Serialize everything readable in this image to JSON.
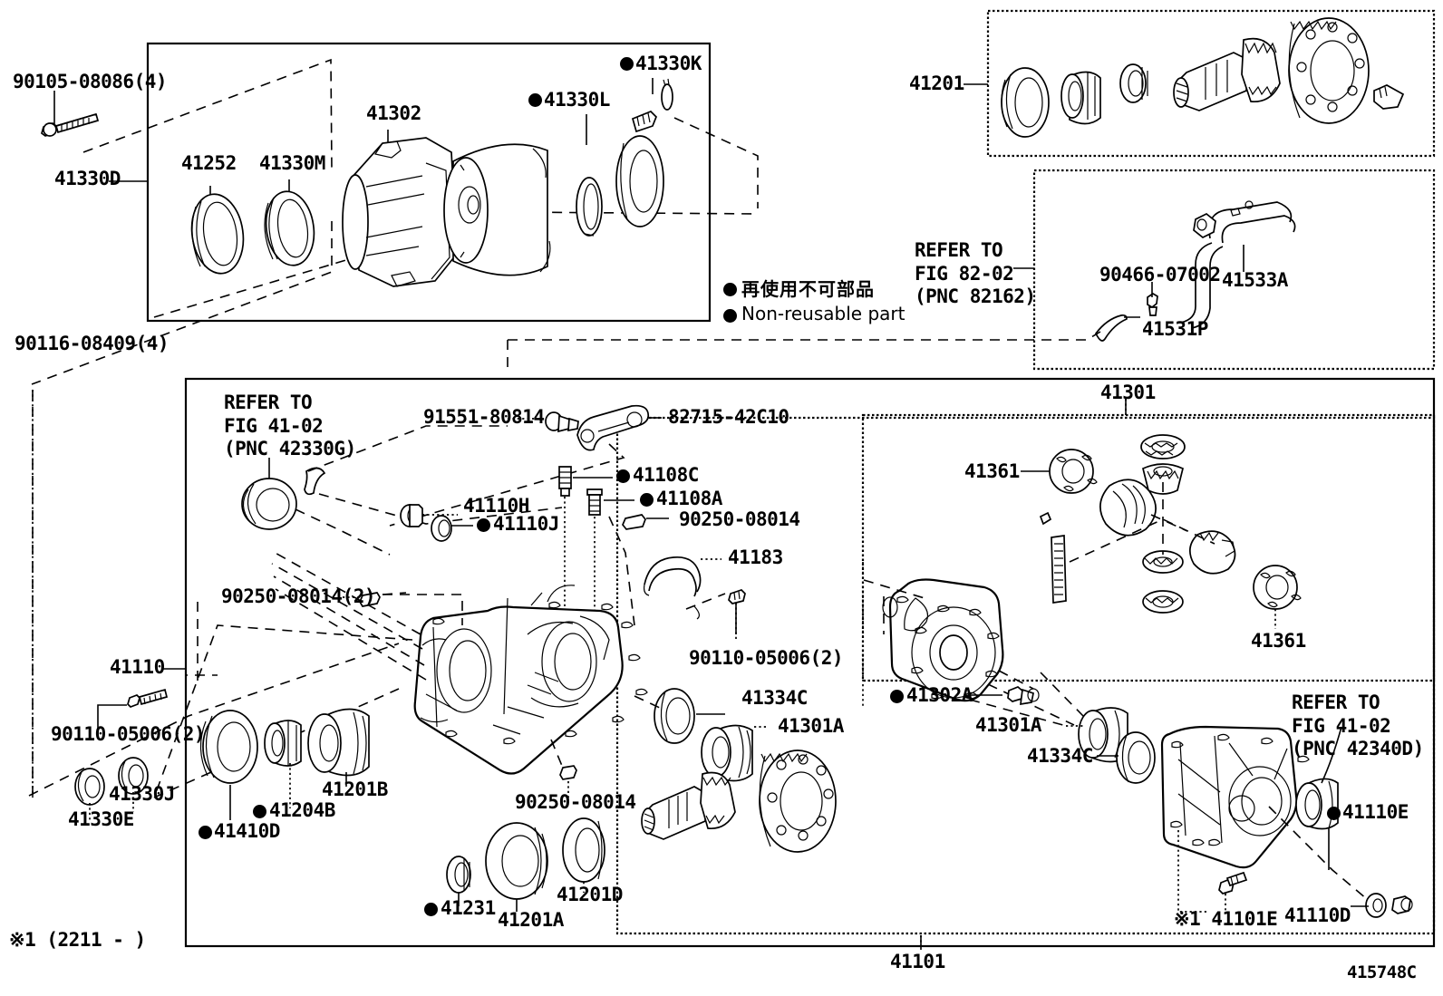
{
  "diagram": {
    "drawing_number": "415748C",
    "footnote": "※1 (2211 -    )",
    "legend": {
      "jp": "再使用不可部品",
      "en": "Non-reusable part"
    }
  },
  "panels": {
    "top_left_box": {
      "callout": "41330D",
      "parts": [
        {
          "id": "p_90105",
          "label": "90105-08086(4)"
        },
        {
          "id": "p_41252",
          "label": "41252"
        },
        {
          "id": "p_41330M",
          "label": "41330M"
        },
        {
          "id": "p_41302",
          "label": "41302"
        },
        {
          "id": "p_41330L",
          "label": "41330L",
          "nonreusable": true
        },
        {
          "id": "p_41330K",
          "label": "41330K",
          "nonreusable": true
        }
      ]
    },
    "top_right_box": {
      "callout": "41201"
    },
    "refer_82_box": {
      "callout": "REFER TO\nFIG 82-02\n(PNC 82162)",
      "callout_line1": "REFER TO",
      "callout_line2": "FIG 82-02",
      "callout_line3": "(PNC 82162)",
      "parts": [
        {
          "id": "p_90466",
          "label": "90466-07002"
        },
        {
          "id": "p_41533A",
          "label": "41533A"
        },
        {
          "id": "p_41531P",
          "label": "41531P"
        }
      ]
    },
    "main_box": {
      "callout": "41101",
      "refer_4102_g_line1": "REFER TO",
      "refer_4102_g_line2": "FIG 41-02",
      "refer_4102_g_line3": "(PNC 42330G)",
      "refer_4102_d_line1": "REFER TO",
      "refer_4102_d_line2": "FIG 41-02",
      "refer_4102_d_line3": "(PNC 42340D)",
      "parts": [
        {
          "id": "p_91551",
          "label": "91551-80814"
        },
        {
          "id": "p_82715",
          "label": "82715-42C10"
        },
        {
          "id": "p_41108C",
          "label": "41108C",
          "nonreusable": true
        },
        {
          "id": "p_41108A",
          "label": "41108A",
          "nonreusable": true
        },
        {
          "id": "p_41110H",
          "label": "41110H"
        },
        {
          "id": "p_41110J",
          "label": "41110J",
          "nonreusable": true
        },
        {
          "id": "p_90250a",
          "label": "90250-08014"
        },
        {
          "id": "p_41183",
          "label": "41183"
        },
        {
          "id": "p_90250b",
          "label": "90250-08014(2)"
        },
        {
          "id": "p_41110",
          "label": "41110"
        },
        {
          "id": "p_90110a",
          "label": "90110-05006(2)"
        },
        {
          "id": "p_90110b",
          "label": "90110-05006(2)"
        },
        {
          "id": "p_41330E",
          "label": "41330E"
        },
        {
          "id": "p_41330J",
          "label": "41330J"
        },
        {
          "id": "p_41410D",
          "label": "41410D",
          "nonreusable": true
        },
        {
          "id": "p_41204B",
          "label": "41204B",
          "nonreusable": true
        },
        {
          "id": "p_41201B",
          "label": "41201B"
        },
        {
          "id": "p_41231",
          "label": "41231",
          "nonreusable": true
        },
        {
          "id": "p_41201A",
          "label": "41201A"
        },
        {
          "id": "p_41201D",
          "label": "41201D"
        },
        {
          "id": "p_90250c",
          "label": "90250-08014"
        },
        {
          "id": "p_41334C_c",
          "label": "41334C"
        },
        {
          "id": "p_41301A_c",
          "label": "41301A"
        },
        {
          "id": "p_41302A",
          "label": "41302A",
          "nonreusable": true
        },
        {
          "id": "p_41301A_r",
          "label": "41301A"
        },
        {
          "id": "p_41334C_r",
          "label": "41334C"
        },
        {
          "id": "p_41110E",
          "label": "41110E",
          "nonreusable": true
        },
        {
          "id": "p_41110D",
          "label": "41110D"
        },
        {
          "id": "p_41101E",
          "label": "※1 41101E"
        }
      ]
    },
    "diff_box": {
      "callout": "41301",
      "parts": [
        {
          "id": "p_41361a",
          "label": "41361"
        },
        {
          "id": "p_41361b",
          "label": "41361"
        }
      ]
    }
  }
}
